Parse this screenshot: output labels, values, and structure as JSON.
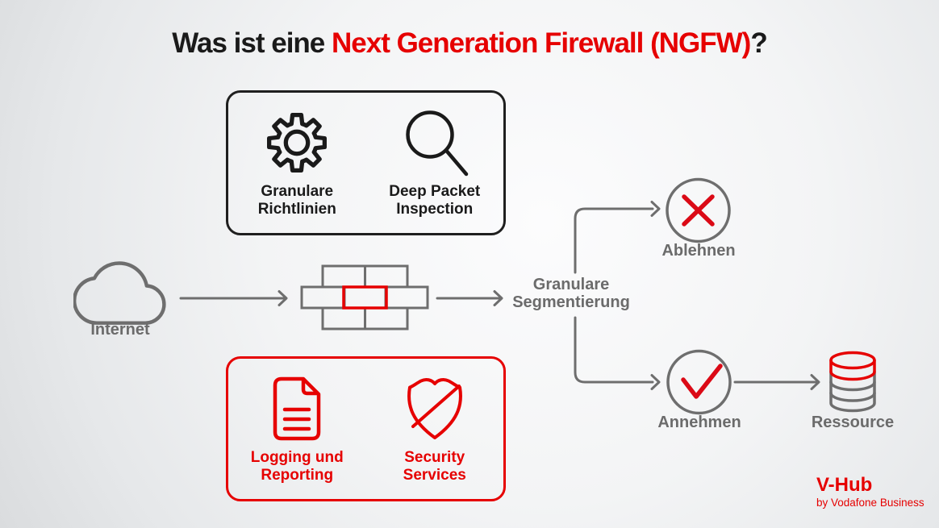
{
  "title": {
    "prefix": "Was ist eine ",
    "highlight": "Next Generation Firewall (NGFW)",
    "suffix": "?"
  },
  "colors": {
    "brand_red": "#e60000",
    "line_gray": "#6e6e6e",
    "text_gray": "#6b6b6b",
    "ink_black": "#1a1a1a"
  },
  "top_box": {
    "items": [
      {
        "icon": "gear-icon",
        "line1": "Granulare",
        "line2": "Richtlinien"
      },
      {
        "icon": "magnifier-icon",
        "line1": "Deep Packet",
        "line2": "Inspection"
      }
    ]
  },
  "bottom_box": {
    "items": [
      {
        "icon": "document-icon",
        "line1": "Logging und",
        "line2": "Reporting"
      },
      {
        "icon": "shield-icon",
        "line1": "Security",
        "line2": "Services"
      }
    ]
  },
  "flow": {
    "internet_label": "Internet",
    "segmentation_line1": "Granulare",
    "segmentation_line2": "Segmentierung",
    "reject_label": "Ablehnen",
    "accept_label": "Annehmen",
    "resource_label": "Ressource"
  },
  "footer": {
    "brand": "V-Hub",
    "tagline": "by Vodafone Business"
  }
}
